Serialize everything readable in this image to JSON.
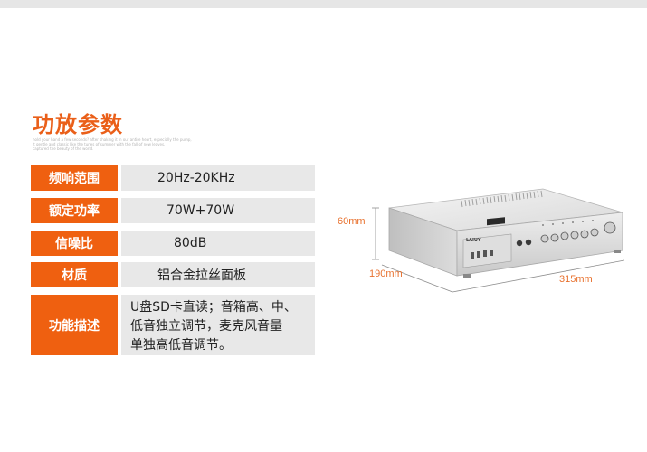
{
  "heading": "功放参数",
  "tagline": [
    "hold your hand a few seconds? after shaking it in our antire heart, especially the pump,",
    "it gentle and classic like the tunes of summer with the fall of new leaves,",
    "captured the beauty of the world."
  ],
  "specs": [
    {
      "label": "频响范围",
      "value": "20Hz-20KHz"
    },
    {
      "label": "额定功率",
      "value": "70W+70W"
    },
    {
      "label": "信噪比",
      "value": "80dB"
    },
    {
      "label": "材质",
      "value": "铝合金拉丝面板"
    },
    {
      "label": "功能描述",
      "lines": [
        "U盘SD卡直读；音箱高、中、",
        "低音独立调节，麦克风音量",
        "单独高低音调节。"
      ]
    }
  ],
  "dimensions": {
    "height": "60mm",
    "depth": "190mm",
    "width": "315mm"
  },
  "brand": "LAIUY",
  "colors": {
    "accent": "#ef6010",
    "heading": "#ea5f19",
    "row_bg": "#e8e8e8",
    "dimension_text": "#e8712e"
  }
}
